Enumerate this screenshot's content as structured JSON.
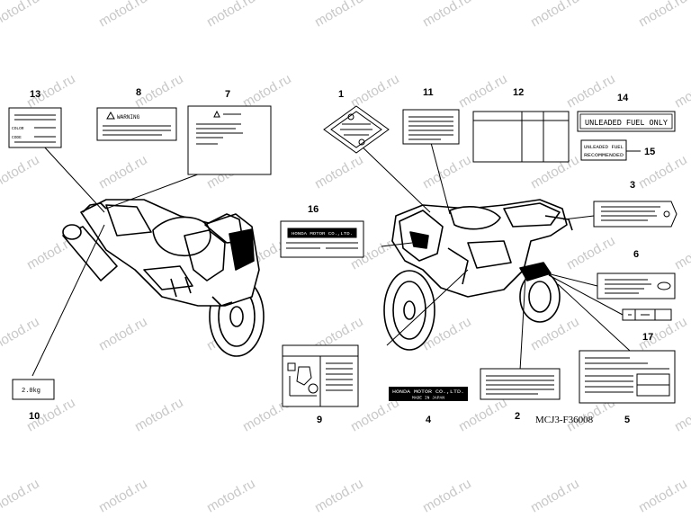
{
  "watermark": "motod.ru",
  "diagram_code": "MCJ3-F36008",
  "labels": {
    "warning_text": "WARNING",
    "color_text": "COLOR",
    "code_text": "CODE",
    "weight_text": "2.0kg",
    "fuel_only": "UNLEADED FUEL ONLY",
    "fuel_rec_line1": "UNLEADED FUEL",
    "fuel_rec_line2": "RECOMMENDED",
    "honda_line1": "HONDA MOTOR CO.,LTD.",
    "honda_line2": "MADE IN JAPAN"
  },
  "callouts": [
    "1",
    "2",
    "3",
    "4",
    "5",
    "6",
    "7",
    "8",
    "9",
    "10",
    "11",
    "12",
    "13",
    "14",
    "15",
    "16",
    "17"
  ]
}
